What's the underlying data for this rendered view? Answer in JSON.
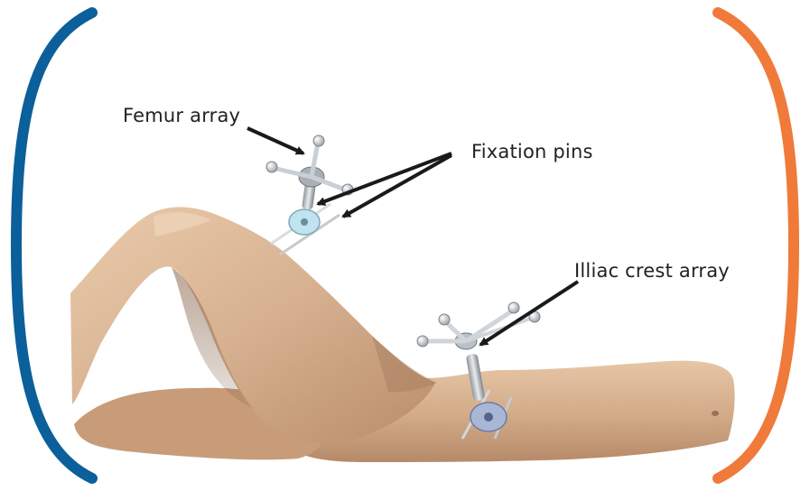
{
  "labels": {
    "femur_array": "Femur array",
    "fixation_pins": "Fixation pins",
    "iliac_crest_array": "Illiac crest array"
  },
  "frame_colors": {
    "left": "#0b5f9a",
    "right": "#f07a3a"
  },
  "skin_colors": {
    "light": "#e2c0a0",
    "mid": "#c99e7c",
    "dark": "#9c7356"
  },
  "icons": {
    "femur_tracker": "optical-tracker-array-icon",
    "iliac_tracker": "optical-tracker-array-icon",
    "pin_clamp": "bone-pin-clamp-icon"
  }
}
